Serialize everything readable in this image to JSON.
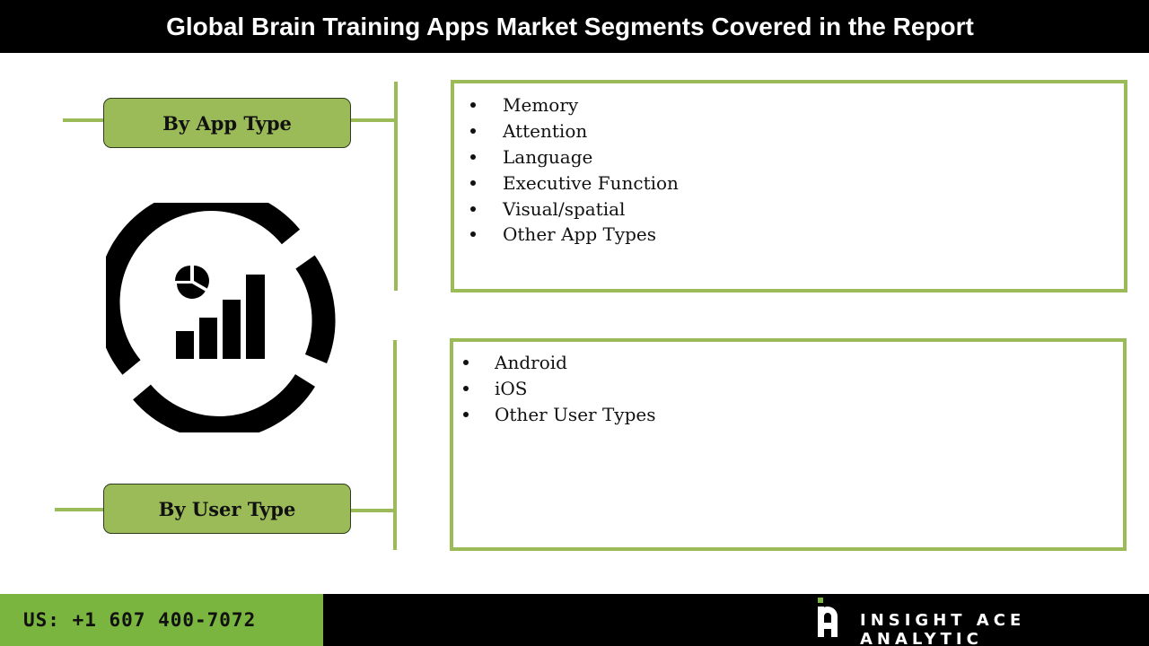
{
  "header": {
    "title": "Global Brain Training Apps Market Segments Covered in the Report"
  },
  "segments": [
    {
      "label": "By App Type",
      "items": [
        "Memory",
        "Attention",
        "Language",
        "Executive Function",
        "Visual/spatial",
        "Other App Types"
      ]
    },
    {
      "label": "By User Type",
      "items": [
        "Android",
        "iOS",
        "Other User Types"
      ]
    }
  ],
  "center_icon": "analytics-chart-icon",
  "footer": {
    "phone": "US: +1 607 400-7072",
    "brand": "INSIGHT ACE ANALYTIC"
  },
  "colors": {
    "accent_green": "#9bbb59",
    "footer_green": "#7ab53f",
    "header_bg": "#000000"
  }
}
